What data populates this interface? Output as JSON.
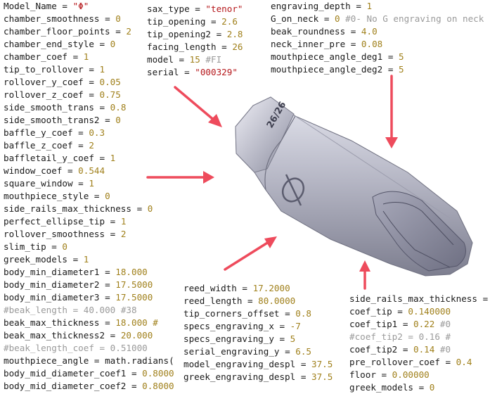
{
  "colors": {
    "keyword": "#1a1a1a",
    "number": "#a0801b",
    "string": "#b5171b",
    "comment": "#9a9a9a",
    "arrow": "#ee4b5c",
    "model_body": "#b9bac6"
  },
  "left": [
    {
      "k": "Model_Name",
      "v": "\"Φ\"",
      "t": "s"
    },
    {
      "k": "chamber_smoothness",
      "v": "0",
      "t": "n"
    },
    {
      "k": "chamber_floor_points",
      "v": "2",
      "t": "n"
    },
    {
      "k": "chamber_end_style",
      "v": "0",
      "t": "n"
    },
    {
      "k": "chamber_coef",
      "v": "1",
      "t": "n"
    },
    {
      "k": "tip_to_rollover",
      "v": "1",
      "t": "n"
    },
    {
      "k": "rollover_y_coef",
      "v": "0.05",
      "t": "n"
    },
    {
      "k": "rollover_z_coef",
      "v": "0.75",
      "t": "n"
    },
    {
      "k": "side_smooth_trans",
      "v": "0.8",
      "t": "n"
    },
    {
      "k": "side_smooth_trans2",
      "v": "0",
      "t": "n"
    },
    {
      "k": "baffle_y_coef",
      "v": "0.3",
      "t": "n"
    },
    {
      "k": "baffle_z_coef",
      "v": "2",
      "t": "n"
    },
    {
      "k": "baffletail_y_coef",
      "v": "1",
      "t": "n"
    },
    {
      "k": "window_coef",
      "v": "0.544",
      "t": "n"
    },
    {
      "k": "square_window",
      "v": "1",
      "t": "n"
    },
    {
      "k": "mouthpiece_style",
      "v": "0",
      "t": "n"
    },
    {
      "k": "side_rails_max_thickness",
      "v": "0",
      "t": "n"
    },
    {
      "k": "perfect_ellipse_tip",
      "v": "1",
      "t": "n"
    },
    {
      "k": "rollover_smoothness",
      "v": "2",
      "t": "n"
    },
    {
      "k": "slim_tip",
      "v": "0",
      "t": "n"
    },
    {
      "k": "greek_models",
      "v": "1",
      "t": "n"
    },
    {
      "k": "body_min_diameter1",
      "v": "18.000",
      "t": "n"
    },
    {
      "k": "body_min_diameter2",
      "v": "17.5000",
      "t": "n"
    },
    {
      "k": "body_min_diameter3",
      "v": "17.5000",
      "t": "n"
    },
    {
      "k": "#beak_length",
      "v": "40.000 #38",
      "t": "c"
    },
    {
      "k": "beak_max_thickness",
      "v": "18.000 #",
      "t": "n"
    },
    {
      "k": "beak_max_thickness2",
      "v": "20.000",
      "t": "n"
    },
    {
      "k": "#beak_length_coef",
      "v": "0.51000",
      "t": "c"
    },
    {
      "k": "mouthpiece_angle",
      "v": "math.radians(",
      "t": "k"
    },
    {
      "k": "body_mid_diameter_coef1",
      "v": "0.8000",
      "t": "n"
    },
    {
      "k": "body_mid_diameter_coef2",
      "v": "0.8000",
      "t": "n"
    }
  ],
  "top_mid": [
    {
      "k": "sax_type",
      "v": "\"tenor\"",
      "t": "s"
    },
    {
      "k": "tip_opening",
      "v": "2.6",
      "t": "n"
    },
    {
      "k": "tip_opening2",
      "v": "2.8",
      "t": "n"
    },
    {
      "k": "facing_length",
      "v": "26",
      "t": "n"
    },
    {
      "k": "model",
      "v": "15",
      "t": "n",
      "c": "#FI"
    },
    {
      "k": "serial",
      "v": "\"000329\"",
      "t": "s"
    }
  ],
  "top_right": [
    {
      "k": "engraving_depth",
      "v": "1",
      "t": "n"
    },
    {
      "k": "G_on_neck",
      "v": "0",
      "t": "n",
      "c": "#0- No G engraving on neck"
    },
    {
      "k": "beak_roundness",
      "v": "4.0",
      "t": "n"
    },
    {
      "k": "neck_inner_pre",
      "v": "0.08",
      "t": "n"
    },
    {
      "k": "mouthpiece_angle_deg1",
      "v": "5",
      "t": "n"
    },
    {
      "k": "mouthpiece_angle_deg2",
      "v": "5",
      "t": "n"
    }
  ],
  "bot_mid": [
    {
      "k": "reed_width",
      "v": "17.2000",
      "t": "n"
    },
    {
      "k": "reed_length",
      "v": "80.0000",
      "t": "n"
    },
    {
      "k": "tip_corners_offset",
      "v": "0.8",
      "t": "n"
    },
    {
      "k": "specs_engraving_x",
      "v": "-7",
      "t": "n"
    },
    {
      "k": "specs_engraving_y",
      "v": "5",
      "t": "n"
    },
    {
      "k": "serial_engraving_y",
      "v": "6.5",
      "t": "n"
    },
    {
      "k": "model_engraving_despl",
      "v": "37.5",
      "t": "n"
    },
    {
      "k": "greek_engraving_despl",
      "v": "37.5",
      "t": "n"
    }
  ],
  "bot_right": [
    {
      "k": "side_rails_max_thickness",
      "v": "",
      "t": "n"
    },
    {
      "k": "coef_tip",
      "v": "0.140000",
      "t": "n"
    },
    {
      "k": "coef_tip1",
      "v": "0.22",
      "t": "n",
      "c": "#0"
    },
    {
      "k": "#coef_tip2",
      "v": "0.16",
      "t": "c",
      "c": "#"
    },
    {
      "k": "coef_tip2",
      "v": "0.14",
      "t": "n",
      "c": "#0"
    },
    {
      "k": "pre_rollover_coef",
      "v": "0.4",
      "t": "n"
    },
    {
      "k": "floor",
      "v": "0.00000",
      "t": "n"
    },
    {
      "k": "greek_models",
      "v": "0",
      "t": "n"
    }
  ],
  "model_view": {
    "serial_engraving": "26/26",
    "model_engraving": "Φ"
  }
}
